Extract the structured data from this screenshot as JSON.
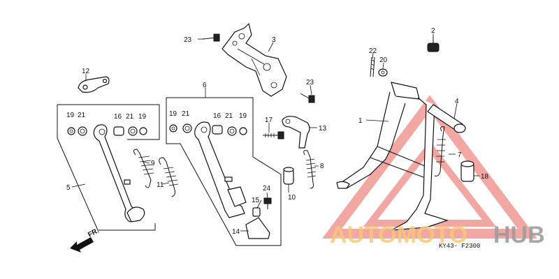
{
  "diagram": {
    "code": "KY43- F2300",
    "direction": "FR.",
    "watermark": {
      "brand_a": "AUTOMOTO",
      "brand_b": "HUB",
      "color_a": "#f7c97a",
      "color_b": "#9a9a9a",
      "triangle_color": "#f08a84"
    },
    "callouts": {
      "c1": "1",
      "c2": "2",
      "c3": "3",
      "c4": "4",
      "c5": "5",
      "c6": "6",
      "c7": "7",
      "c8": "8",
      "c9": "9",
      "c10": "10",
      "c11": "11",
      "c12": "12",
      "c13": "13",
      "c14": "14",
      "c15": "15",
      "c16a": "16",
      "c16b": "16",
      "c17": "17",
      "c18": "18",
      "c19a": "19",
      "c19b": "19",
      "c19c": "19",
      "c19d": "19",
      "c20": "20",
      "c21a": "21",
      "c21b": "21",
      "c21c": "21",
      "c21d": "21",
      "c22": "22",
      "c23a": "23",
      "c23b": "23",
      "c24": "24"
    }
  }
}
